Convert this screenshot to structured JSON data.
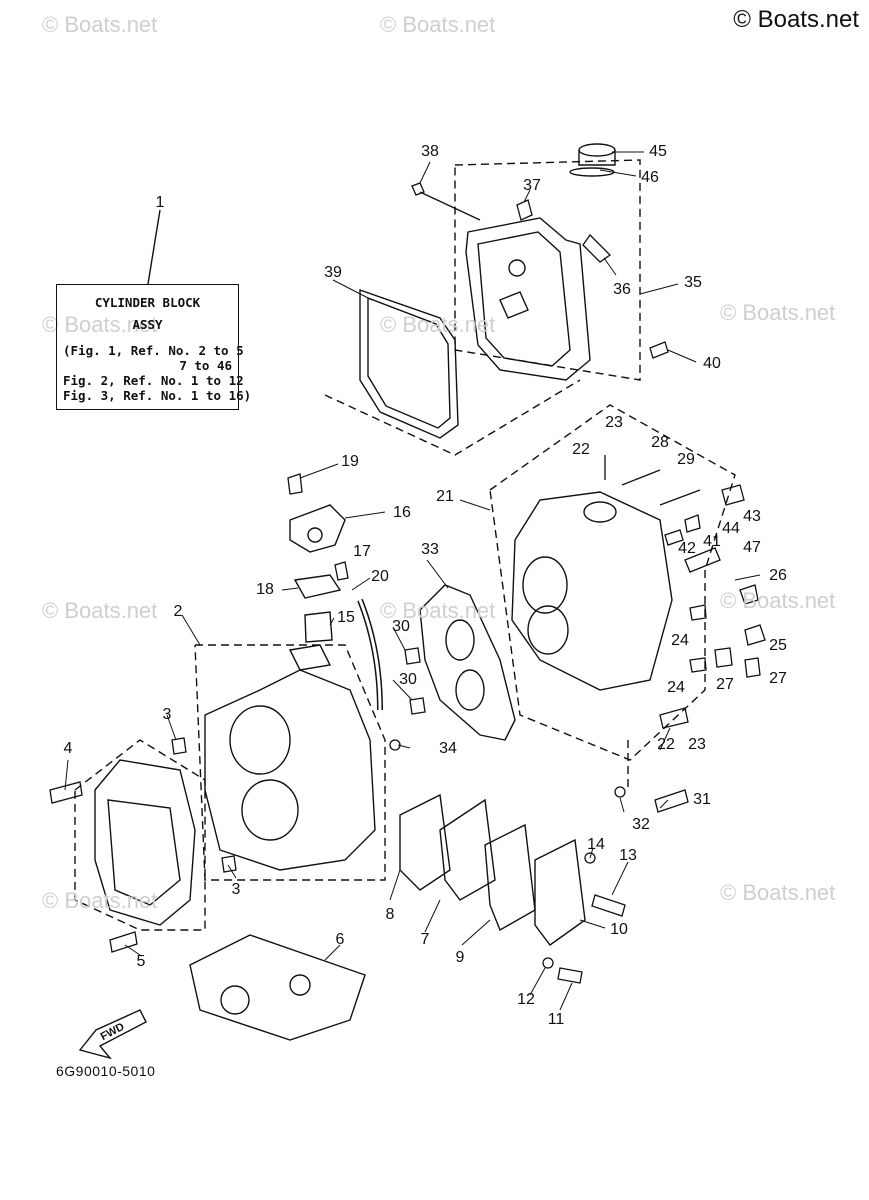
{
  "copyright": "© Boats.net",
  "watermark_text": "© Boats.net",
  "legend": {
    "ref_number": "1",
    "title": "CYLINDER BLOCK",
    "subtitle": "ASSY",
    "line1": "(Fig. 1, Ref. No. 2 to 5",
    "line2": "7 to 46",
    "line3": "Fig. 2, Ref. No. 1 to 12",
    "line4": "Fig. 3, Ref. No. 1 to 16)"
  },
  "diagram_code": "6G90010-5010",
  "fwd_label": "FWD",
  "parts": [
    {
      "id": "p45",
      "n": "45"
    },
    {
      "id": "p46",
      "n": "46"
    },
    {
      "id": "p38",
      "n": "38"
    },
    {
      "id": "p37",
      "n": "37"
    },
    {
      "id": "p39",
      "n": "39"
    },
    {
      "id": "p36",
      "n": "36"
    },
    {
      "id": "p35",
      "n": "35"
    },
    {
      "id": "p40",
      "n": "40"
    },
    {
      "id": "p23a",
      "n": "23"
    },
    {
      "id": "p22a",
      "n": "22"
    },
    {
      "id": "p28",
      "n": "28"
    },
    {
      "id": "p29",
      "n": "29"
    },
    {
      "id": "p21",
      "n": "21"
    },
    {
      "id": "p19",
      "n": "19"
    },
    {
      "id": "p16",
      "n": "16"
    },
    {
      "id": "p17",
      "n": "17"
    },
    {
      "id": "p33",
      "n": "33"
    },
    {
      "id": "p43",
      "n": "43"
    },
    {
      "id": "p44",
      "n": "44"
    },
    {
      "id": "p41",
      "n": "41"
    },
    {
      "id": "p42",
      "n": "42"
    },
    {
      "id": "p47",
      "n": "47"
    },
    {
      "id": "p20",
      "n": "20"
    },
    {
      "id": "p18",
      "n": "18"
    },
    {
      "id": "p26",
      "n": "26"
    },
    {
      "id": "p2",
      "n": "2"
    },
    {
      "id": "p15",
      "n": "15"
    },
    {
      "id": "p30a",
      "n": "30"
    },
    {
      "id": "p24a",
      "n": "24"
    },
    {
      "id": "p25",
      "n": "25"
    },
    {
      "id": "p30b",
      "n": "30"
    },
    {
      "id": "p24b",
      "n": "24"
    },
    {
      "id": "p27a",
      "n": "27"
    },
    {
      "id": "p27b",
      "n": "27"
    },
    {
      "id": "p3a",
      "n": "3"
    },
    {
      "id": "p4",
      "n": "4"
    },
    {
      "id": "p34",
      "n": "34"
    },
    {
      "id": "p22b",
      "n": "22"
    },
    {
      "id": "p23b",
      "n": "23"
    },
    {
      "id": "p31",
      "n": "31"
    },
    {
      "id": "p32",
      "n": "32"
    },
    {
      "id": "p14",
      "n": "14"
    },
    {
      "id": "p13",
      "n": "13"
    },
    {
      "id": "p3b",
      "n": "3"
    },
    {
      "id": "p8",
      "n": "8"
    },
    {
      "id": "p10",
      "n": "10"
    },
    {
      "id": "p7",
      "n": "7"
    },
    {
      "id": "p6",
      "n": "6"
    },
    {
      "id": "p9",
      "n": "9"
    },
    {
      "id": "p5",
      "n": "5"
    },
    {
      "id": "p12",
      "n": "12"
    },
    {
      "id": "p11",
      "n": "11"
    }
  ]
}
